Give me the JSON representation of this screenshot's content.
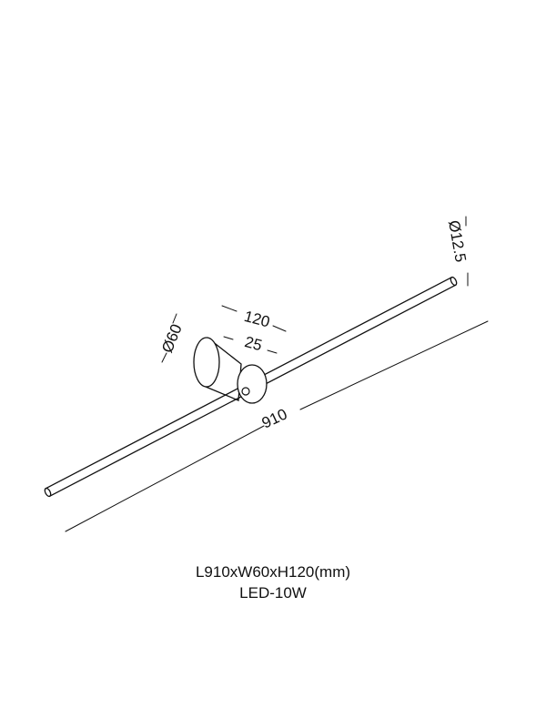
{
  "dimensions": {
    "length": "910",
    "mount_length": "120",
    "mount_diameter": "Ø60",
    "disc_thickness": "25",
    "rod_diameter": "Ø12.5"
  },
  "specs": {
    "size": "L910xW60xH120(mm)",
    "power": "LED-10W"
  }
}
